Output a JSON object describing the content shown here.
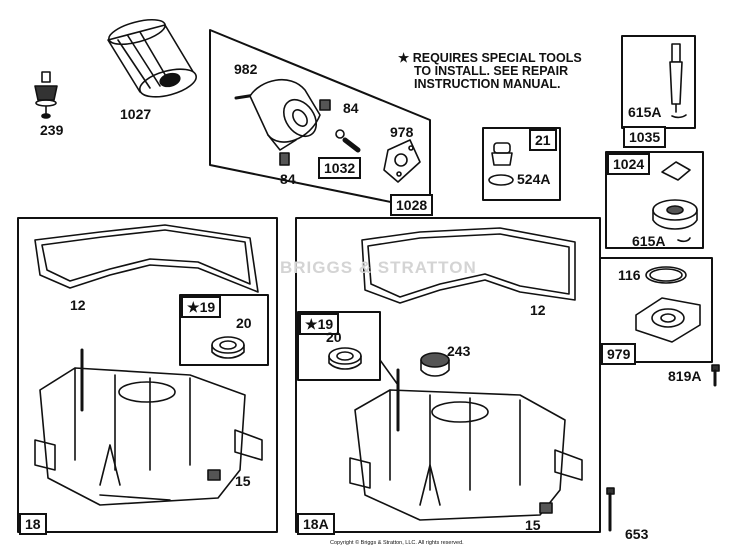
{
  "note": {
    "line1": "REQUIRES SPECIAL TOOLS",
    "line2": "TO INSTALL.  SEE REPAIR",
    "line3": "INSTRUCTION MANUAL.",
    "star": "★"
  },
  "watermark": "BRIGGS & STRATTON",
  "copyright": "Copyright © Briggs & Stratton, LLC. All rights reserved.",
  "labels": {
    "p239": "239",
    "p1027": "1027",
    "p982": "982",
    "p84a": "84",
    "p84b": "84",
    "p978": "978",
    "p1032": "1032",
    "p1028": "1028",
    "p21": "21",
    "p524A": "524A",
    "p615A_a": "615A",
    "p1035": "1035",
    "p1024": "1024",
    "p615A_b": "615A",
    "p116": "116",
    "p979": "979",
    "p819A": "819A",
    "p12a": "12",
    "p19a": "19",
    "p20a": "20",
    "p15a": "15",
    "p18": "18",
    "p12b": "12",
    "p19b": "19",
    "p20b": "20",
    "p243": "243",
    "p15b": "15",
    "p18A": "18A",
    "p653": "653"
  }
}
